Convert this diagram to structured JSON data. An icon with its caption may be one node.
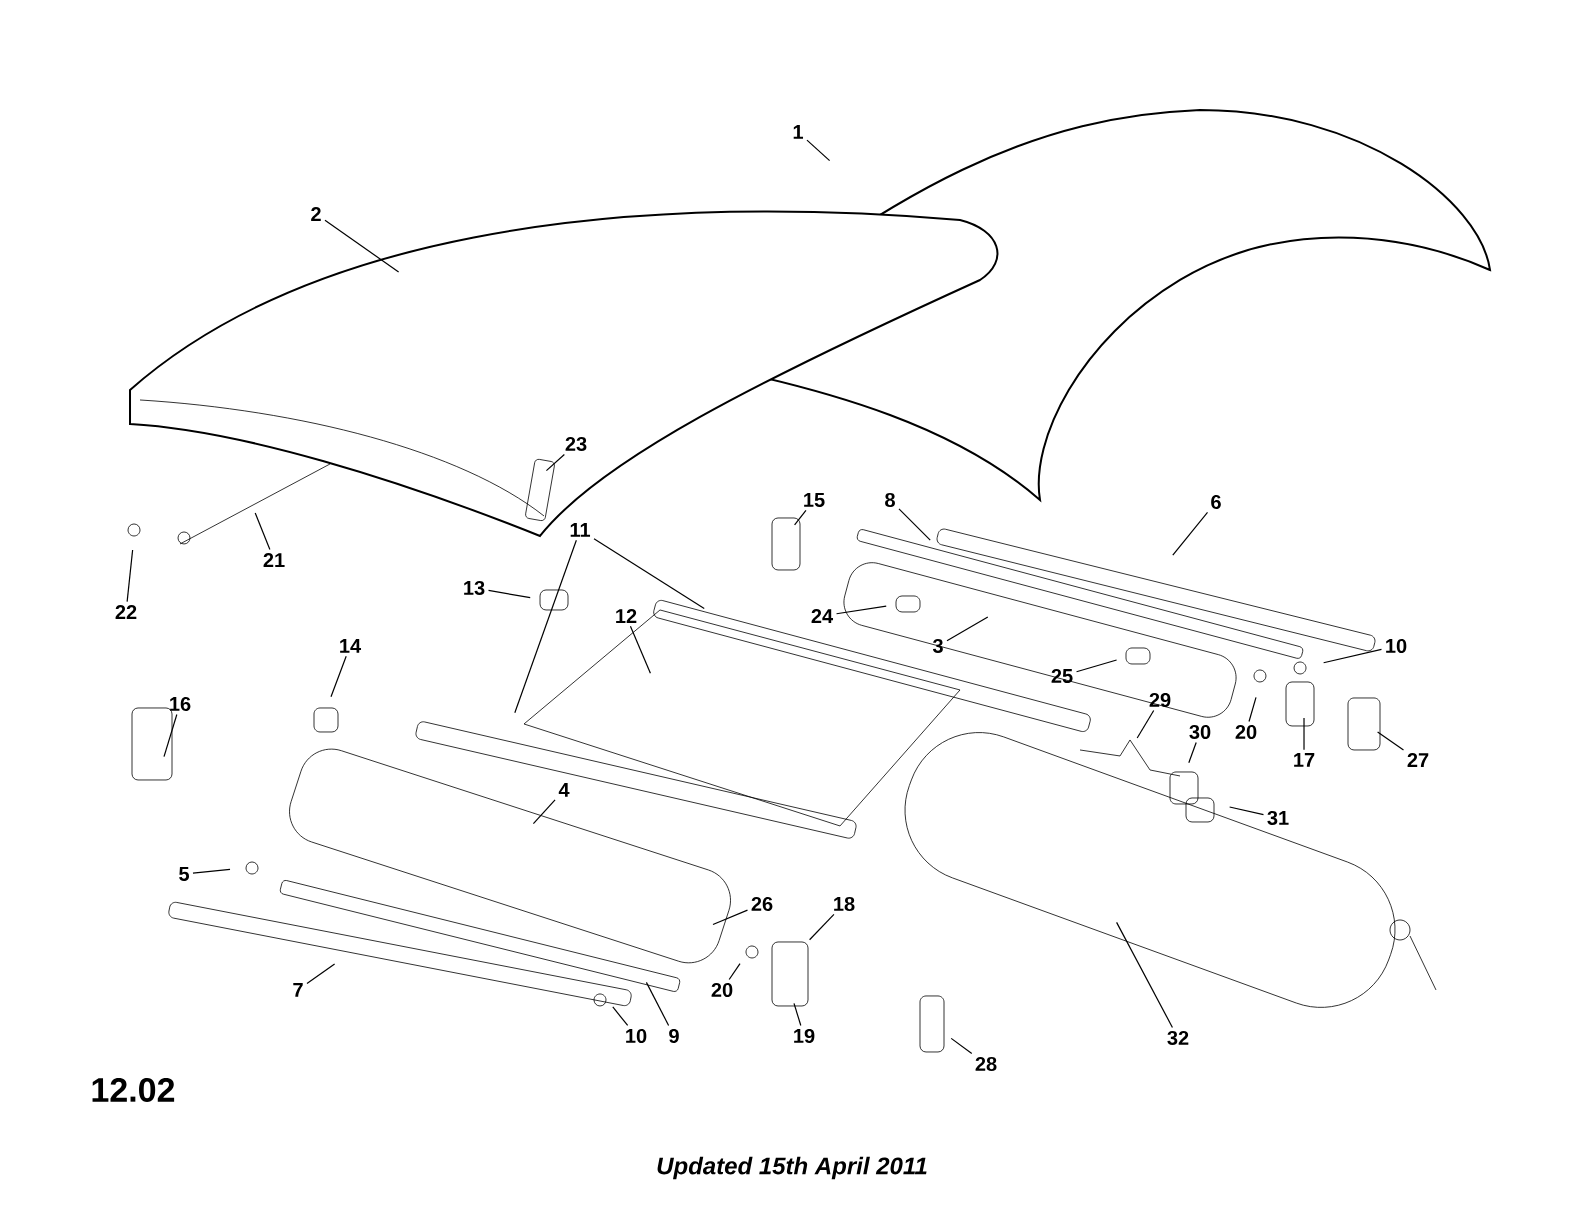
{
  "diagram": {
    "nodes": [
      {
        "text": [
          "1"
        ]
      },
      {
        "text": [
          "2"
        ]
      },
      {
        "text": [
          "23"
        ]
      },
      {
        "text": [
          "15"
        ]
      },
      {
        "text": [
          "8"
        ]
      },
      {
        "text": [
          "6"
        ]
      },
      {
        "text": [
          "11"
        ]
      },
      {
        "text": [
          "21"
        ]
      },
      {
        "text": [
          "13"
        ]
      },
      {
        "text": [
          "22"
        ]
      },
      {
        "text": [
          "12"
        ]
      },
      {
        "text": [
          "24"
        ]
      },
      {
        "text": [
          "3"
        ]
      },
      {
        "text": [
          "14"
        ]
      },
      {
        "text": [
          "10"
        ]
      },
      {
        "text": [
          "25"
        ]
      },
      {
        "text": [
          "29"
        ]
      },
      {
        "text": [
          "16"
        ]
      },
      {
        "text": [
          "30"
        ]
      },
      {
        "text": [
          "20"
        ]
      },
      {
        "text": [
          "17"
        ]
      },
      {
        "text": [
          "27"
        ]
      },
      {
        "text": [
          "4"
        ]
      },
      {
        "text": [
          "31"
        ]
      },
      {
        "text": [
          "5"
        ]
      },
      {
        "text": [
          "26"
        ]
      },
      {
        "text": [
          "18"
        ]
      },
      {
        "text": [
          "20"
        ]
      },
      {
        "text": [
          "7"
        ]
      },
      {
        "text": [
          "32"
        ]
      },
      {
        "text": [
          "10"
        ]
      },
      {
        "text": [
          "9"
        ]
      },
      {
        "text": [
          "19"
        ]
      },
      {
        "text": [
          "28"
        ]
      }
    ],
    "edges": [
      {
        "from": 0,
        "to": null,
        "arrow": "none"
      },
      {
        "from": 1,
        "to": null,
        "arrow": "none"
      },
      {
        "from": 2,
        "to": null,
        "arrow": "none"
      },
      {
        "from": 3,
        "to": null,
        "arrow": "none"
      },
      {
        "from": 4,
        "to": null,
        "arrow": "none"
      },
      {
        "from": 5,
        "to": null,
        "arrow": "none"
      },
      {
        "from": 6,
        "to": null,
        "arrow": "none"
      },
      {
        "from": 7,
        "to": null,
        "arrow": "none"
      },
      {
        "from": 8,
        "to": null,
        "arrow": "none"
      },
      {
        "from": 9,
        "to": null,
        "arrow": "none"
      },
      {
        "from": 10,
        "to": null,
        "arrow": "none"
      },
      {
        "from": 11,
        "to": null,
        "arrow": "none"
      },
      {
        "from": 12,
        "to": null,
        "arrow": "none"
      },
      {
        "from": 13,
        "to": null,
        "arrow": "none"
      },
      {
        "from": 14,
        "to": null,
        "arrow": "none"
      },
      {
        "from": 15,
        "to": null,
        "arrow": "none"
      },
      {
        "from": 16,
        "to": null,
        "arrow": "none"
      },
      {
        "from": 17,
        "to": null,
        "arrow": "none"
      },
      {
        "from": 18,
        "to": null,
        "arrow": "none"
      },
      {
        "from": 19,
        "to": null,
        "arrow": "none"
      },
      {
        "from": 20,
        "to": null,
        "arrow": "none"
      },
      {
        "from": 21,
        "to": null,
        "arrow": "none"
      },
      {
        "from": 22,
        "to": null,
        "arrow": "none"
      },
      {
        "from": 23,
        "to": null,
        "arrow": "none"
      },
      {
        "from": 24,
        "to": null,
        "arrow": "none"
      },
      {
        "from": 25,
        "to": null,
        "arrow": "none"
      },
      {
        "from": 26,
        "to": null,
        "arrow": "none"
      },
      {
        "from": 27,
        "to": null,
        "arrow": "none"
      },
      {
        "from": 28,
        "to": null,
        "arrow": "none"
      },
      {
        "from": 29,
        "to": null,
        "arrow": "none"
      },
      {
        "from": 30,
        "to": null,
        "arrow": "none"
      },
      {
        "from": 31,
        "to": null,
        "arrow": "none"
      },
      {
        "from": 32,
        "to": null,
        "arrow": "none"
      },
      {
        "from": 33,
        "to": null,
        "arrow": "none"
      },
      {
        "from": 6,
        "to": null,
        "arrow": "none"
      }
    ],
    "labels": [
      "12.02",
      "Updated 15th April 2011"
    ]
  }
}
